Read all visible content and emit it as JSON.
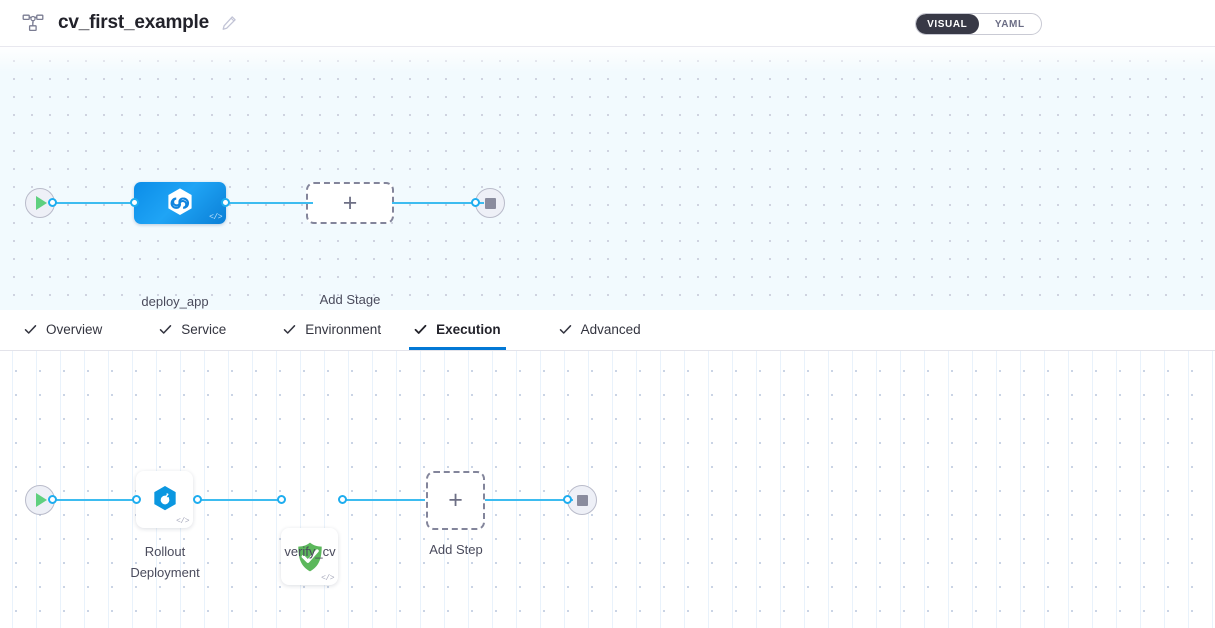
{
  "header": {
    "pipeline_icon": "pipeline-flow-icon",
    "title": "cv_first_example",
    "edit_icon": "pencil-edit-icon",
    "view_toggle": {
      "options": [
        {
          "label": "VISUAL",
          "active": true
        },
        {
          "label": "YAML",
          "active": false
        }
      ]
    }
  },
  "stage_graph": {
    "start_node": {
      "icon": "play-icon"
    },
    "stages": [
      {
        "name": "deploy_app",
        "icon": "harness-hexagon-icon",
        "code_badge": "</>",
        "selected": true
      }
    ],
    "add_stage": {
      "label": "Add Stage",
      "icon": "plus-icon"
    },
    "end_node": {
      "icon": "stop-icon"
    }
  },
  "tabs": [
    {
      "label": "Overview",
      "checked": true,
      "active": false
    },
    {
      "label": "Service",
      "checked": true,
      "active": false
    },
    {
      "label": "Environment",
      "checked": true,
      "active": false
    },
    {
      "label": "Execution",
      "checked": true,
      "active": true
    },
    {
      "label": "Advanced",
      "checked": true,
      "active": false
    }
  ],
  "step_graph": {
    "start_node": {
      "icon": "play-icon"
    },
    "steps": [
      {
        "name": "Rollout\nDeployment",
        "icon": "rollout-deployment-icon",
        "code_badge": "</>"
      },
      {
        "name": "verify_cv",
        "icon": "green-shield-check-icon",
        "code_badge": "</>"
      }
    ],
    "add_step": {
      "label": "Add Step",
      "icon": "plus-icon"
    },
    "end_node": {
      "icon": "stop-icon"
    }
  },
  "colors": {
    "accent_blue": "#0278d5",
    "connector_blue": "#3dbcf0",
    "stage_blue": "#1fa4f5",
    "verify_green": "#5cb85c",
    "rollout_blue": "#0b97e0",
    "toggle_dark": "#383946"
  }
}
